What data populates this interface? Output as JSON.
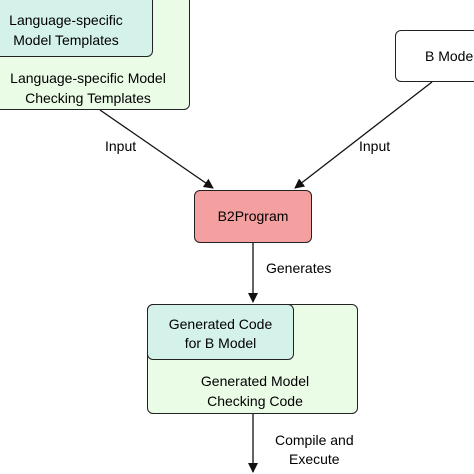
{
  "nodes": {
    "templates_outer": {
      "label_line1": "Language-specific Model",
      "label_line2": "Checking Templates"
    },
    "templates_inner": {
      "label_line1": "Language-specific",
      "label_line2": "Model Templates"
    },
    "b_model": {
      "label": "B Model"
    },
    "b2program": {
      "label": "B2Program"
    },
    "generated_outer": {
      "label_line1": "Generated Model",
      "label_line2": "Checking Code"
    },
    "generated_inner": {
      "label_line1": "Generated Code",
      "label_line2": "for B Model"
    }
  },
  "edges": {
    "input_left": "Input",
    "input_right": "Input",
    "generates": "Generates",
    "compile_line1": "Compile and",
    "compile_line2": "Execute"
  },
  "colors": {
    "light_green": "#eafbe6",
    "teal": "#d5f2ea",
    "pink": "#f4a0a0",
    "white": "#ffffff",
    "stroke": "#222222"
  }
}
